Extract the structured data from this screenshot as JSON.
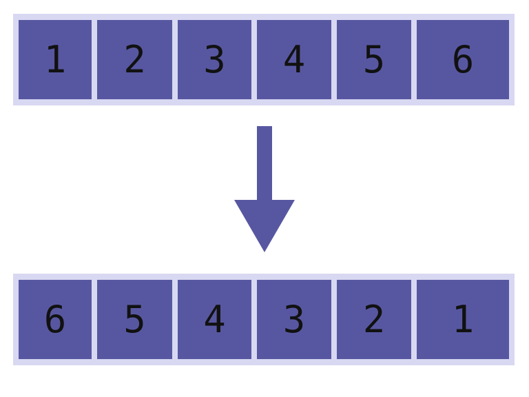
{
  "diagram": {
    "input_array": [
      "1",
      "2",
      "3",
      "4",
      "5",
      "6"
    ],
    "output_array": [
      "6",
      "5",
      "4",
      "3",
      "2",
      "1"
    ],
    "colors": {
      "cell_fill": "#5757a1",
      "frame_fill": "#d8d8f2",
      "text": "#111111",
      "arrow": "#5757a1"
    },
    "arrow_icon": "arrow-down-icon"
  }
}
